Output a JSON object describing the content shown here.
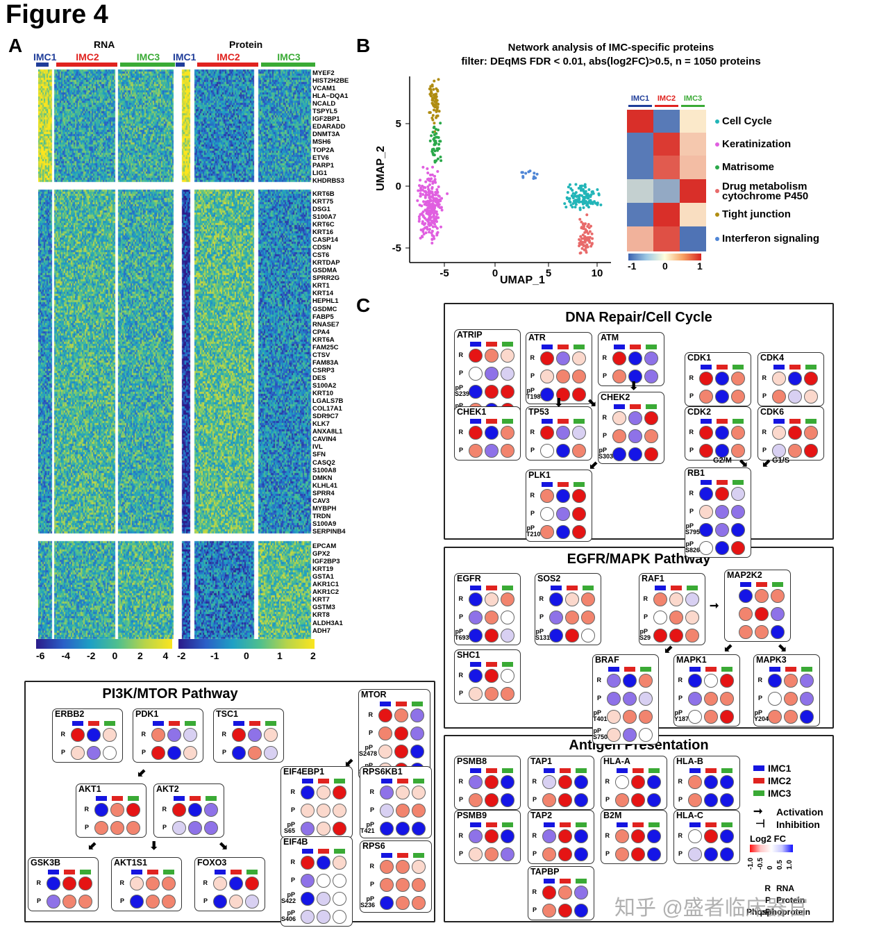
{
  "figure_title": "Figure 4",
  "panelA": {
    "label": "A",
    "rna_title": "RNA",
    "protein_title": "Protein",
    "groups": [
      "IMC1",
      "IMC2",
      "IMC3"
    ],
    "group_colors": {
      "IMC1": "#1f3d99",
      "IMC2": "#e0231f",
      "IMC3": "#3aaa35"
    },
    "genes": [
      "MYEF2",
      "HIST2H2BE",
      "VCAM1",
      "HLA−DQA1",
      "NCALD",
      "TSPYL5",
      "IGF2BP1",
      "EDARADD",
      "DNMT3A",
      "MSH6",
      "TOP2A",
      "ETV6",
      "PARP1",
      "LIG1",
      "KHDRBS3",
      "KRT6B",
      "KRT75",
      "DSG1",
      "S100A7",
      "KRT6C",
      "KRT16",
      "CASP14",
      "CDSN",
      "CST6",
      "KRTDAP",
      "GSDMA",
      "SPRR2G",
      "KRT1",
      "KRT14",
      "HEPHL1",
      "GSDMC",
      "FABP5",
      "RNASE7",
      "CPA4",
      "KRT6A",
      "FAM25C",
      "CTSV",
      "FAM83A",
      "CSRP3",
      "DES",
      "S100A2",
      "KRT10",
      "LGALS7B",
      "COL17A1",
      "SDR9C7",
      "KLK7",
      "ANXA8L1",
      "CAVIN4",
      "IVL",
      "SFN",
      "CASQ2",
      "S100A8",
      "DMKN",
      "KLHL41",
      "SPRR4",
      "CAV3",
      "MYBPH",
      "TRDN",
      "S100A9",
      "SERPINB4",
      "EPCAM",
      "GPX2",
      "IGF2BP3",
      "KRT19",
      "GSTA1",
      "AKR1C1",
      "AKR1C2",
      "KRT7",
      "GSTM3",
      "KRT8",
      "ALDH3A1",
      "ADH7"
    ],
    "rna_scale": [
      "-6",
      "-4",
      "-2",
      "0",
      "2",
      "4"
    ],
    "protein_scale": [
      "-2",
      "-1",
      "0",
      "1",
      "2"
    ]
  },
  "panelB": {
    "label": "B",
    "title1": "Network analysis of IMC-specific proteins",
    "title2": "filter: DEqMS FDR < 0.01, abs(log2FC)>0.5, n = 1050 proteins",
    "xlabel": "UMAP_1",
    "ylabel": "UMAP_2",
    "xticks": [
      "-5",
      "0",
      "5",
      "10"
    ],
    "yticks": [
      "5",
      "0",
      "-5"
    ],
    "heat_cols": [
      "IMC1",
      "IMC2",
      "IMC3"
    ],
    "terms": [
      {
        "name": "Cell Cycle",
        "color": "#22b5b8",
        "values": [
          0.95,
          -0.85,
          0.1
        ]
      },
      {
        "name": "Keratinization",
        "color": "#e05fe0",
        "values": [
          -0.85,
          0.9,
          0.25
        ]
      },
      {
        "name": "Matrisome",
        "color": "#2aa84a",
        "values": [
          -0.85,
          0.75,
          0.3
        ]
      },
      {
        "name": "Drug metabolism cytochrome P450",
        "color": "#e86a6a",
        "values": [
          -0.3,
          -0.55,
          0.95
        ]
      },
      {
        "name": "Tight junction",
        "color": "#b08d12",
        "values": [
          -0.85,
          0.95,
          0.15
        ]
      },
      {
        "name": "Interferon signaling",
        "color": "#4f86d6",
        "values": [
          0.35,
          0.8,
          -0.9
        ]
      }
    ],
    "scale": [
      "-1",
      "0",
      "1"
    ]
  },
  "panelC": {
    "label": "C",
    "dna_title": "DNA Repair/Cell Cycle",
    "egfr_title": "EGFR/MAPK Pathway",
    "antigen_title": "Antigen Presentation",
    "pi3k_title": "PI3K/MTOR Pathway",
    "g2m": "G2/M",
    "g1s": "G1/S",
    "legend": {
      "imc1": "IMC1",
      "imc2": "IMC2",
      "imc3": "IMC3",
      "activation": "Activation",
      "inhibition": "Inhibition",
      "log2fc": "Log2 FC",
      "scale": [
        "-1.0",
        "-0.5",
        "0",
        "0.5",
        "1.0"
      ],
      "r": "R",
      "r_desc": "RNA",
      "p": "P",
      "p_desc": "Protein",
      "pp": "pP",
      "pp_desc": "Phosphoprotein"
    }
  },
  "watermark": "知乎 @盛者临床器官"
}
